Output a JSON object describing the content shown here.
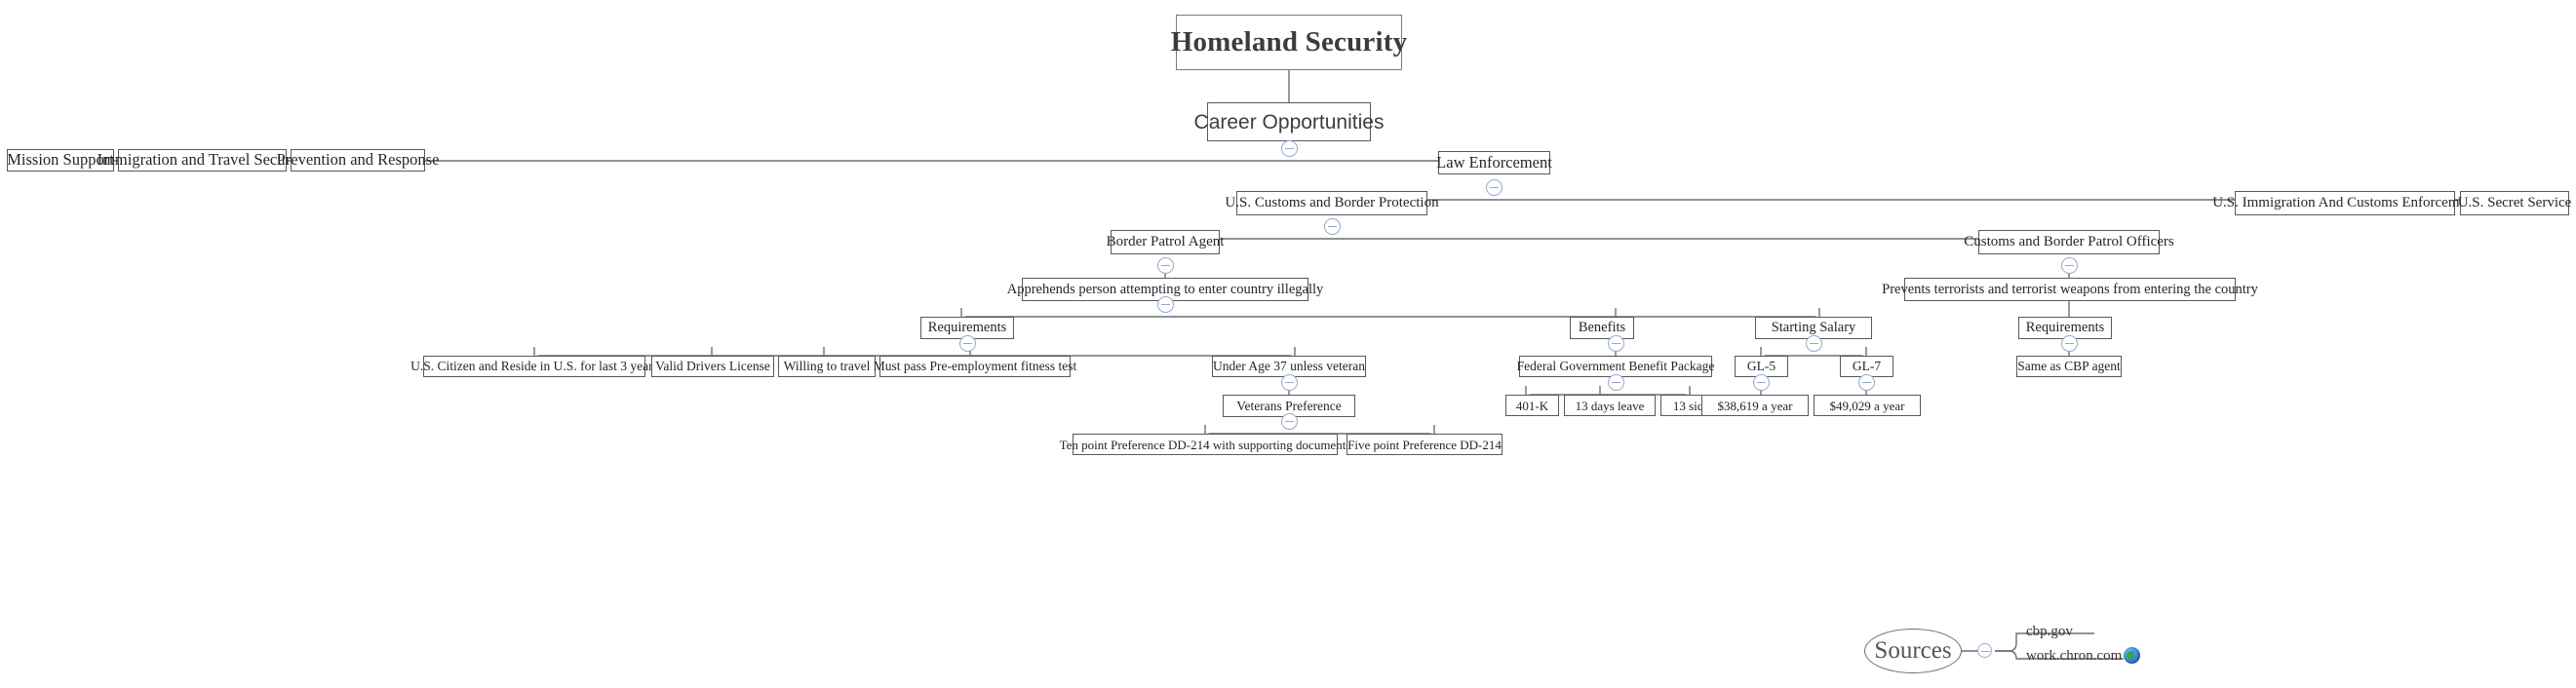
{
  "diagram": {
    "type": "mind-map",
    "title": "Homeland Security",
    "nodes": {
      "root": "Homeland Security",
      "career": "Career Opportunities",
      "mission_support": "Mission Support",
      "immigration_travel": "Immigration and Travel Security",
      "prevention_response": "Prevention and Response",
      "law_enforcement": "Law Enforcement",
      "cbp": "U.S. Customs and Border Protection",
      "ice": "U.S. Immigration And Customs Enforcement",
      "secret_service": "U.S. Secret Service",
      "bpa": "Border Patrol Agent",
      "bpa_duty": "Apprehends person attempting to enter country illegally",
      "cbpo": "Customs and Border Patrol Officers",
      "cbpo_duty": "Prevents terrorists and terrorist weapons from entering the country",
      "bpa_requirements": "Requirements",
      "req_citizen": "U.S. Citizen and Reside in U.S. for last 3 years",
      "req_license": "Valid Drivers License",
      "req_travel": "Willing to travel",
      "req_fitness": "Must pass Pre-employment fitness test",
      "req_age": "Under Age 37 unless veteran",
      "veterans_pref": "Veterans Preference",
      "vet_ten": "Ten point Preference DD-214 with supporting documents",
      "vet_five": "Five point Preference DD-214",
      "benefits": "Benefits",
      "benefit_package": "Federal Government Benefit Package",
      "benefit_401k": "401-K",
      "benefit_leave": "13 days leave",
      "benefit_sick": "13 sick days",
      "salary": "Starting Salary",
      "gl5": "GL-5",
      "gl7": "GL-7",
      "gl5_amount": "$38,619 a year",
      "gl7_amount": "$49,029 a year",
      "cbpo_requirements": "Requirements",
      "cbpo_req_same": "Same as CBP agent"
    },
    "sources": {
      "label": "Sources",
      "items": [
        "cbp.gov",
        "work.chron.com"
      ],
      "icon": "globe-icon"
    },
    "toggle_icon": "collapse-minus-icon",
    "colors": {
      "node_border": "#595959",
      "link": "#6e6e6e",
      "toggle": "#94a8d0",
      "text": "#262626",
      "background": "#ffffff"
    }
  }
}
